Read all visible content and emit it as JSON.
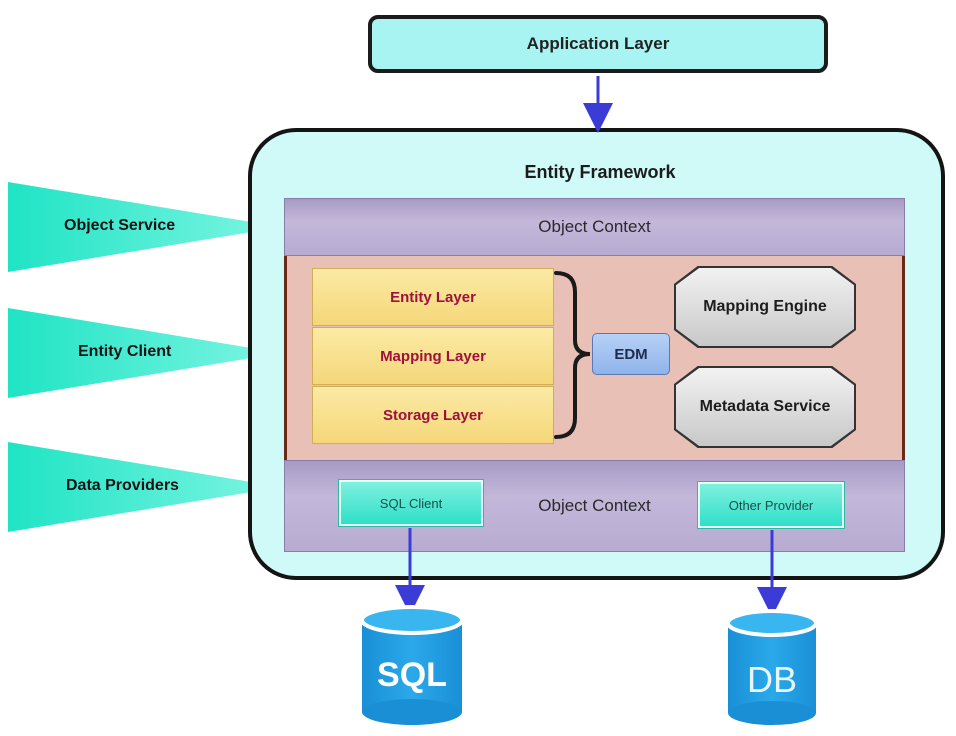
{
  "application_layer": {
    "label": "Application Layer"
  },
  "entity_framework": {
    "title": "Entity Framework"
  },
  "object_context_top": {
    "label": "Object Context"
  },
  "object_context_bottom": {
    "label": "Object Context"
  },
  "layers": [
    {
      "label": "Entity Layer"
    },
    {
      "label": "Mapping Layer"
    },
    {
      "label": "Storage Layer"
    }
  ],
  "edm": {
    "label": "EDM"
  },
  "services": [
    {
      "label": "Mapping Engine"
    },
    {
      "label": "Metadata Service"
    }
  ],
  "providers": {
    "sql_client": "SQL Client",
    "other_provider": "Other Provider"
  },
  "callouts": [
    {
      "label": "Object Service"
    },
    {
      "label": "Entity Client"
    },
    {
      "label": "Data Providers"
    }
  ],
  "databases": {
    "sql": "SQL",
    "db": "DB"
  },
  "colors": {
    "arrow": "#3b3bd6",
    "callout_teal": "#22e6c9",
    "db_blue": "#1f9fe0"
  }
}
